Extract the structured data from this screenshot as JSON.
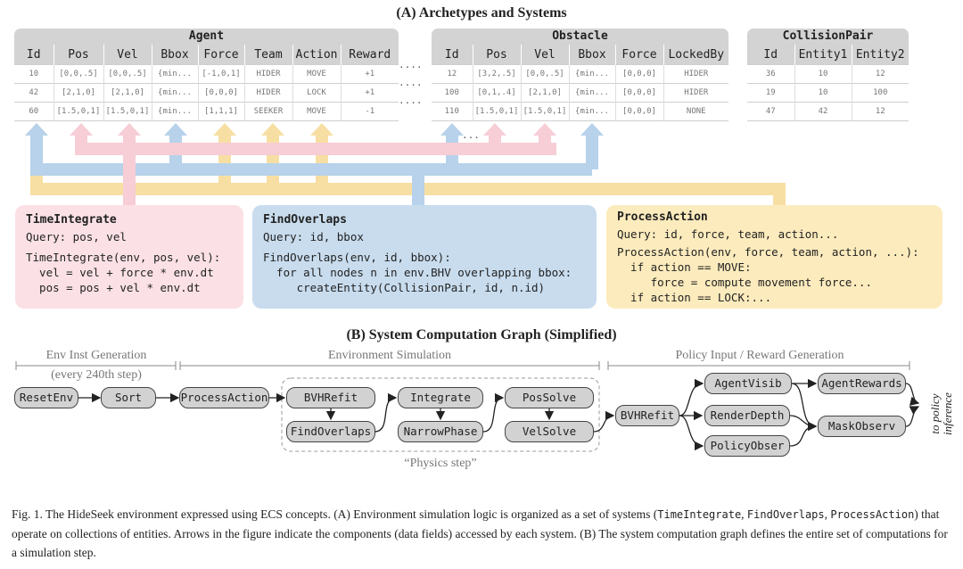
{
  "section_a_title": "(A) Archetypes and Systems",
  "section_b_title": "(B) System Computation Graph (Simplified)",
  "tables": {
    "agent": {
      "title": "Agent",
      "columns": [
        "Id",
        "Pos",
        "Vel",
        "Bbox",
        "Force",
        "Team",
        "Action",
        "Reward"
      ],
      "rows": [
        [
          "10",
          "[0,0,.5]",
          "[0,0,.5]",
          "{min...",
          "[-1,0,1]",
          "HIDER",
          "MOVE",
          "+1"
        ],
        [
          "42",
          "[2,1,0]",
          "[2,1,0]",
          "{min...",
          "[0,0,0]",
          "HIDER",
          "LOCK",
          "+1"
        ],
        [
          "60",
          "[1.5,0,1]",
          "[1.5,0,1]",
          "{min...",
          "[1,1,1]",
          "SEEKER",
          "MOVE",
          "-1"
        ]
      ]
    },
    "obstacle": {
      "title": "Obstacle",
      "columns": [
        "Id",
        "Pos",
        "Vel",
        "Bbox",
        "Force",
        "LockedBy"
      ],
      "rows": [
        [
          "12",
          "[3,2,.5]",
          "[0,0,.5]",
          "{min...",
          "[0,0,0]",
          "HIDER"
        ],
        [
          "100",
          "[0,1,.4]",
          "[2,1,0]",
          "{min...",
          "[0,0,0]",
          "HIDER"
        ],
        [
          "110",
          "[1.5,0,1]",
          "[1.5,0,1]",
          "{min...",
          "[0,0,0]",
          "NONE"
        ]
      ]
    },
    "collision": {
      "title": "CollisionPair",
      "columns": [
        "Id",
        "Entity1",
        "Entity2"
      ],
      "rows": [
        [
          "36",
          "10",
          "12"
        ],
        [
          "19",
          "10",
          "100"
        ],
        [
          "47",
          "42",
          "12"
        ]
      ]
    },
    "ellipsis": "....",
    "arrow_ellipsis": "..."
  },
  "systems": {
    "time_integrate": {
      "title": "TimeIntegrate",
      "lines": [
        "Query: pos, vel",
        "",
        "TimeIntegrate(env, pos, vel):",
        "  vel = vel + force * env.dt",
        "  pos = pos + vel * env.dt"
      ]
    },
    "find_overlaps": {
      "title": "FindOverlaps",
      "lines": [
        "Query: id, bbox",
        "",
        "FindOverlaps(env, id, bbox):",
        "  for all nodes n in env.BHV overlapping bbox:",
        "     createEntity(CollisionPair, id, n.id)"
      ]
    },
    "process_action": {
      "title": "ProcessAction",
      "lines": [
        "Query: id, force, team, action...",
        "",
        "ProcessAction(env, force, team, action, ...):",
        "  if action == MOVE:",
        "     force = compute movement force...",
        "  if action == LOCK:..."
      ]
    }
  },
  "phases": {
    "env_inst": "Env Inst Generation",
    "env_inst_note": "(every 240th step)",
    "env_sim": "Environment Simulation",
    "policy": "Policy Input / Reward Generation",
    "physics": "“Physics step”"
  },
  "nodes": {
    "reset_env": "ResetEnv",
    "sort": "Sort",
    "process_action": "ProcessAction",
    "bvh_refit_1": "BVHRefit",
    "find_overlaps": "FindOverlaps",
    "integrate": "Integrate",
    "narrow_phase": "NarrowPhase",
    "pos_solve": "PosSolve",
    "vel_solve": "VelSolve",
    "bvh_refit_2": "BVHRefit",
    "agent_visib": "AgentVisib",
    "render_depth": "RenderDepth",
    "policy_obser": "PolicyObser",
    "agent_rewards": "AgentRewards",
    "mask_observ": "MaskObserv",
    "to_policy": "to policy",
    "inference": "inference"
  },
  "colors": {
    "pink": "#fbe1e6",
    "blue": "#c8dcee",
    "yellow": "#fcebbd",
    "pink_arrow": "#f7cdd6",
    "blue_arrow": "#b7d2ea",
    "yellow_arrow": "#f7dfa3",
    "node_fill": "#d2d2d2"
  },
  "caption": {
    "p1": "Fig. 1. The HideSeek environment expressed using ECS concepts. (A) Environment simulation logic is organized as a set of systems (",
    "c1": "TimeIntegrate",
    "p2": ",",
    "c2": "FindOverlaps",
    "p3": ", ",
    "c3": "ProcessAction",
    "p4": ") that operate on collections of entities. Arrows in the figure indicate the components (data fields) accessed by each system. (B) The system computation graph defines the entire set of computations for a simulation step."
  }
}
